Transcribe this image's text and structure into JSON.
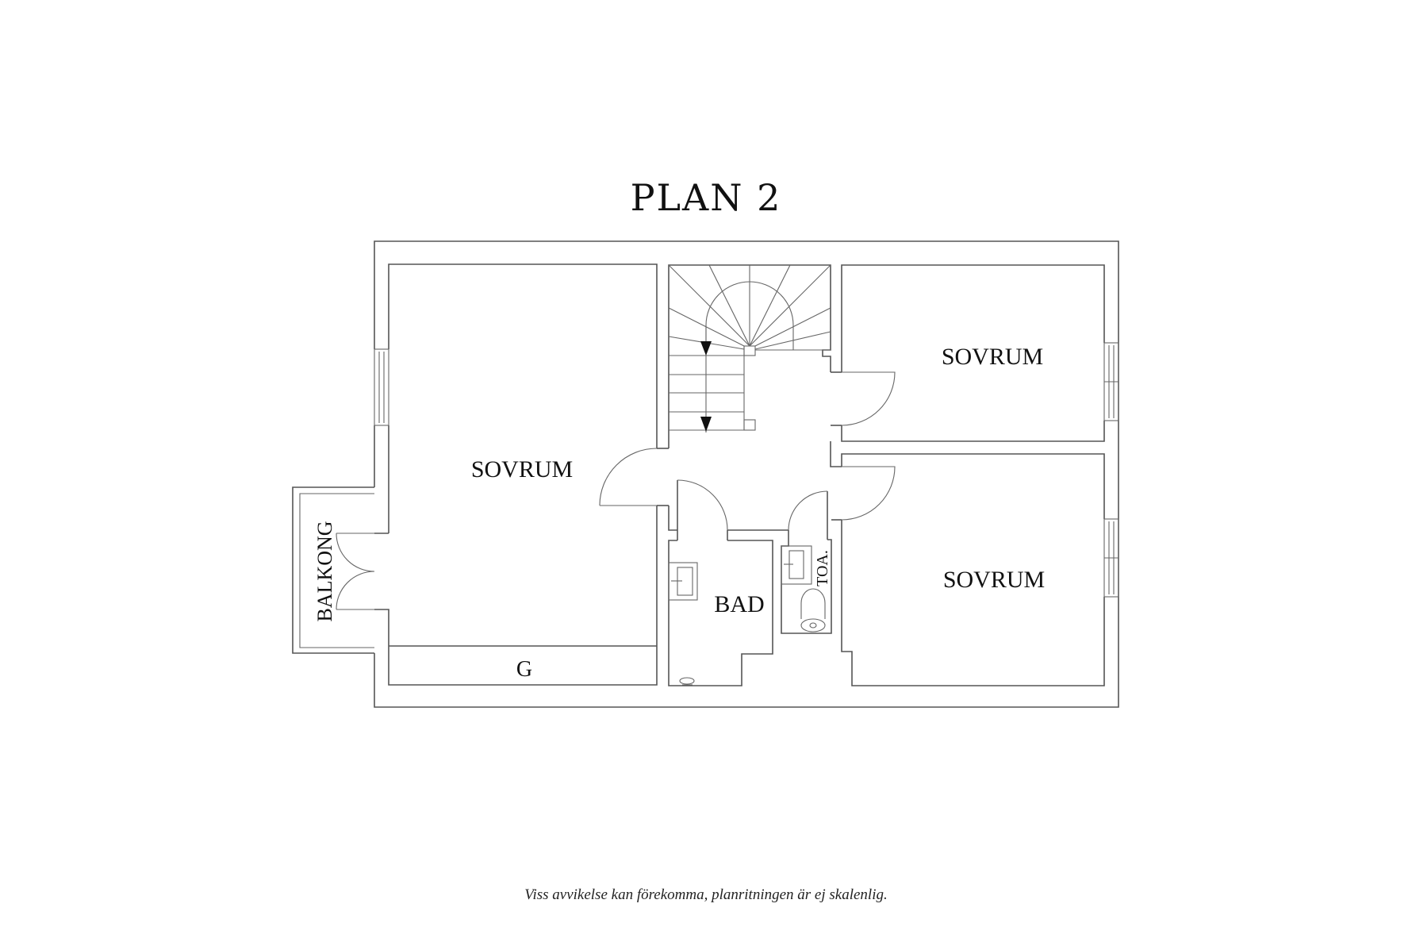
{
  "title": "PLAN 2",
  "footer_note": "Viss avvikelse kan förekomma, planritningen är ej skalenlig.",
  "rooms": [
    {
      "id": "bedroom-left",
      "label": "SOVRUM"
    },
    {
      "id": "bedroom-top-right",
      "label": "SOVRUM"
    },
    {
      "id": "bedroom-bottom-right",
      "label": "SOVRUM"
    },
    {
      "id": "bathroom",
      "label": "BAD"
    },
    {
      "id": "toilet",
      "label": "TOA."
    },
    {
      "id": "balcony",
      "label": "BALKONG"
    },
    {
      "id": "wardrobe",
      "label": "G"
    }
  ],
  "colors": {
    "line": "#555555",
    "text": "#111111",
    "background": "#ffffff"
  }
}
